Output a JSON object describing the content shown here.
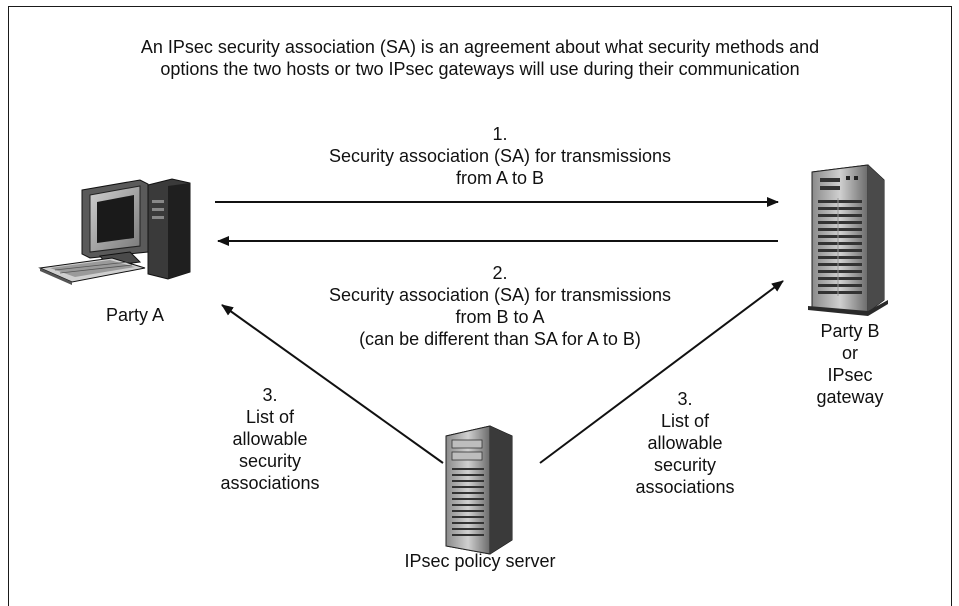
{
  "intro": {
    "line1": "An IPsec security association (SA) is an agreement about what security methods and",
    "line2": "options the two hosts or two IPsec gateways will use during their communication"
  },
  "arrow1": {
    "number": "1.",
    "line1": "Security association (SA) for transmissions",
    "line2": "from A to B"
  },
  "arrow2": {
    "number": "2.",
    "line1": "Security association (SA) for transmissions",
    "line2": "from B to A",
    "line3": "(can be different than SA for A to B)"
  },
  "left_list": {
    "number": "3.",
    "line1": "List of",
    "line2": "allowable",
    "line3": "security",
    "line4": "associations"
  },
  "right_list": {
    "number": "3.",
    "line1": "List of",
    "line2": "allowable",
    "line3": "security",
    "line4": "associations"
  },
  "party_a": {
    "label": "Party A",
    "icon": "desktop-computer-icon"
  },
  "party_b": {
    "line1": "Party B",
    "line2": "or",
    "line3": "IPsec",
    "line4": "gateway",
    "icon": "tower-server-icon"
  },
  "policy_server": {
    "label": "IPsec policy server",
    "icon": "server-icon"
  }
}
